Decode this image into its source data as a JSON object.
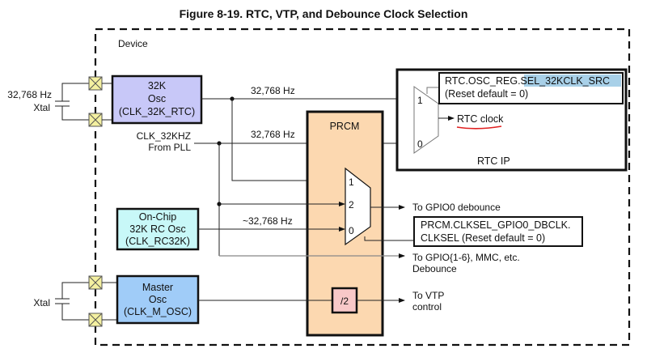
{
  "figure_title": "Figure 8-19. RTC, VTP, and Debounce Clock Selection",
  "device_label": "Device",
  "external": {
    "xtal_32k_freq": "32,768 Hz",
    "xtal_32k_label": "Xtal",
    "xtal_master_label": "Xtal"
  },
  "blocks": {
    "osc32k": {
      "line1": "32K",
      "line2": "Osc",
      "line3": "(CLK_32K_RTC)",
      "color": "#c8c8f8"
    },
    "rc32k": {
      "line1": "On-Chip",
      "line2": "32K RC Osc",
      "line3": "(CLK_RC32K)",
      "color": "#c8f8f8"
    },
    "master": {
      "line1": "Master",
      "line2": "Osc",
      "line3": "(CLK_M_OSC)",
      "color": "#a0ccf8"
    },
    "prcm": {
      "label": "PRCM",
      "color": "#fcd8b0"
    },
    "divider": {
      "label": "/2",
      "color": "#f8c8c8"
    },
    "rtc_ip": {
      "label": "RTC IP"
    }
  },
  "signals": {
    "osc32k_out": "32,768 Hz",
    "pll_in_line1": "CLK_32KHZ",
    "pll_in_line2": "From PLL",
    "pll_freq": "32,768 Hz",
    "rc32k_freq": "~32,768 Hz"
  },
  "rtc_mux": {
    "inputs": [
      "1",
      "0"
    ],
    "register_line1_prefix": "RTC.OSC_REG.",
    "register_line1_field": "SEL_32KCLK_SRC",
    "register_line2": "(Reset default = 0)",
    "output": "RTC clock",
    "highlight_color": "#a8d0e8",
    "underline_color": "#e02020"
  },
  "prcm_mux": {
    "inputs": [
      "1",
      "2",
      "0"
    ],
    "register_line1": "PRCM.CLKSEL_GPIO0_DBCLK.",
    "register_line2": "CLKSEL (Reset default = 0)"
  },
  "outputs": {
    "gpio0": "To GPIO0 debounce",
    "gpio_other_line1": "To GPIO{1-6}, MMC, etc.",
    "gpio_other_line2": "Debounce",
    "vtp_line1": "To VTP",
    "vtp_line2": "control"
  },
  "pad_color": "#f4f0a0"
}
